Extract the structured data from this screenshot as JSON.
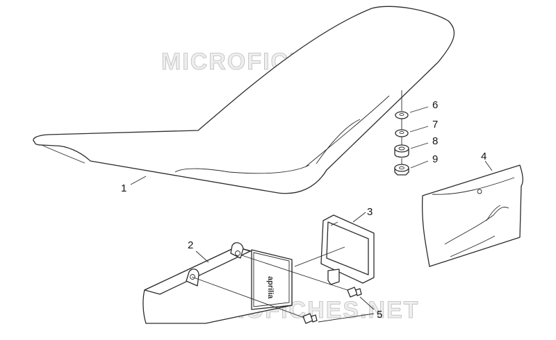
{
  "watermark": "MICROFICHES.NET",
  "brand_text": "aprilia",
  "callouts": {
    "c1": "1",
    "c2": "2",
    "c3": "3",
    "c4": "4",
    "c5": "5",
    "c6": "6",
    "c7": "7",
    "c8": "8",
    "c9": "9"
  },
  "colors": {
    "line": "#2a2a2a",
    "background": "#ffffff",
    "watermark": "#cfcfcf"
  }
}
